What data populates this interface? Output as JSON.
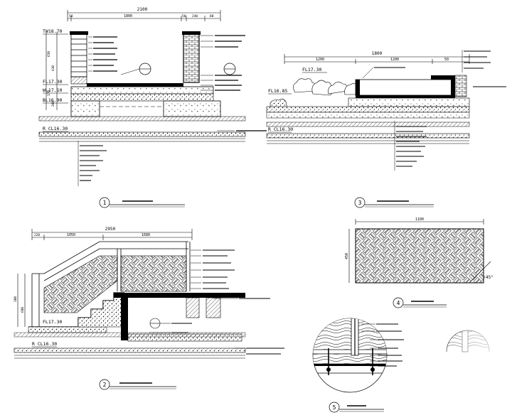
{
  "detail1": {
    "total_dim": "2100",
    "sub_dims": [
      "50",
      "1800",
      "50",
      "240",
      "80"
    ],
    "levels": [
      "TW18.70",
      "FL17.30",
      "WL17.10",
      "BL16.90",
      "R CL16.30"
    ],
    "left_dims": [
      "650",
      "430",
      "170",
      "200"
    ],
    "number": "1"
  },
  "detail2": {
    "total_dim": "2950",
    "sub_dims": [
      "220",
      "1050",
      "1680"
    ],
    "levels": [
      "FL17.30",
      "R CL16.30"
    ],
    "left_dims": [
      "380",
      "680"
    ],
    "number": "2"
  },
  "detail3": {
    "total_dim": "1800",
    "sub_dims": [
      "1200",
      "1200",
      "50"
    ],
    "levels": [
      "FL17.30",
      "FL16.85",
      "R CL16.30"
    ],
    "number": "3"
  },
  "detail4": {
    "width_dim": "1100",
    "height_dim": "450",
    "angle": "45°",
    "number": "4"
  },
  "detail5": {
    "number": "5"
  }
}
